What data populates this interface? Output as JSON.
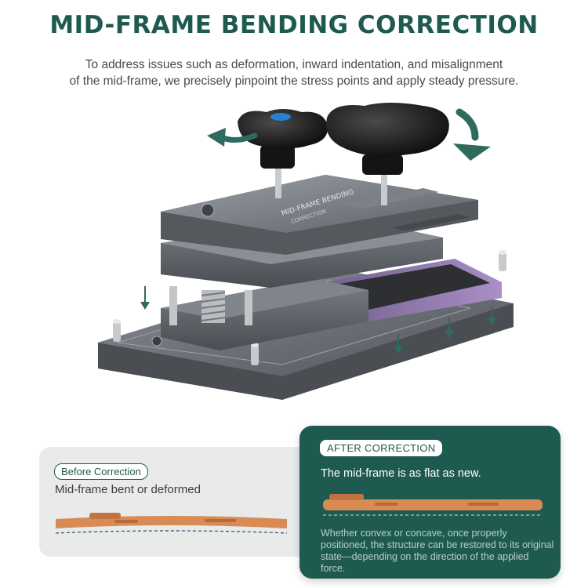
{
  "header": {
    "title": "MID-FRAME BENDING CORRECTION",
    "intro_line_1": "To address issues such as deformation, inward indentation, and misalignment",
    "intro_line_2": "of the mid-frame, we precisely pinpoint the stress points and apply steady pressure."
  },
  "device": {
    "plate_label": "MID-FRAME BENDING",
    "plate_sublabel": "CORRECTION"
  },
  "before": {
    "badge": "Before Correction",
    "description": "Mid-frame bent or deformed"
  },
  "after": {
    "badge": "AFTER CORRECTION",
    "headline": "The mid-frame is as flat as new.",
    "note": "Whether convex or concave, once properly positioned, the structure can be restored to its original state—depending on the direction of the applied force."
  },
  "colors": {
    "brand": "#1f5a50",
    "frame_orange": "#d98b55",
    "metal": "#6e7278",
    "knob": "#1a1a1a",
    "knob_accent": "#2a7fd0"
  }
}
